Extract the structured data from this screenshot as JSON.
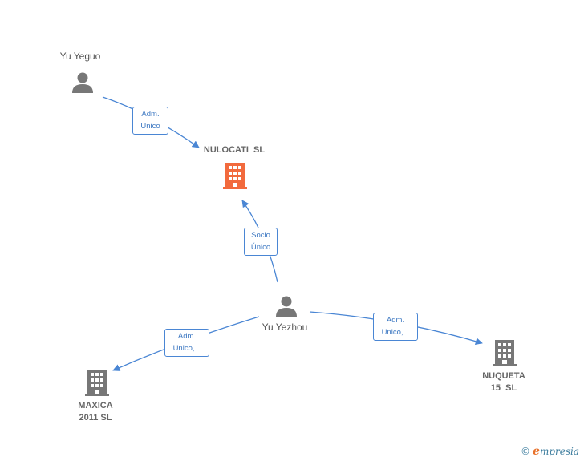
{
  "nodes": {
    "yu_yeguo": {
      "label": "Yu Yeguo",
      "kind": "person"
    },
    "nulocati": {
      "label": "NULOCATI  SL",
      "kind": "company-main"
    },
    "yu_yezhou": {
      "label": "Yu Yezhou",
      "kind": "person"
    },
    "maxica": {
      "label": "MAXICA\n2011 SL",
      "kind": "company"
    },
    "nuqueta": {
      "label": "NUQUETA\n15  SL",
      "kind": "company"
    }
  },
  "edges": {
    "yeguo_nulocati": {
      "line1": "Adm.",
      "line2": "Unico"
    },
    "yezhou_nulocati": {
      "line1": "Socio",
      "line2": "Único"
    },
    "yezhou_maxica": {
      "line1": "Adm.",
      "line2": "Unico,..."
    },
    "yezhou_nuqueta": {
      "line1": "Adm.",
      "line2": "Unico,..."
    }
  },
  "colors": {
    "edge": "#4a86d4",
    "person_icon": "#777777",
    "company_icon": "#777777",
    "company_main_icon": "#f26a3d"
  },
  "brand": {
    "copyright": "©",
    "name_initial": "e",
    "name_rest": "mpresia"
  }
}
